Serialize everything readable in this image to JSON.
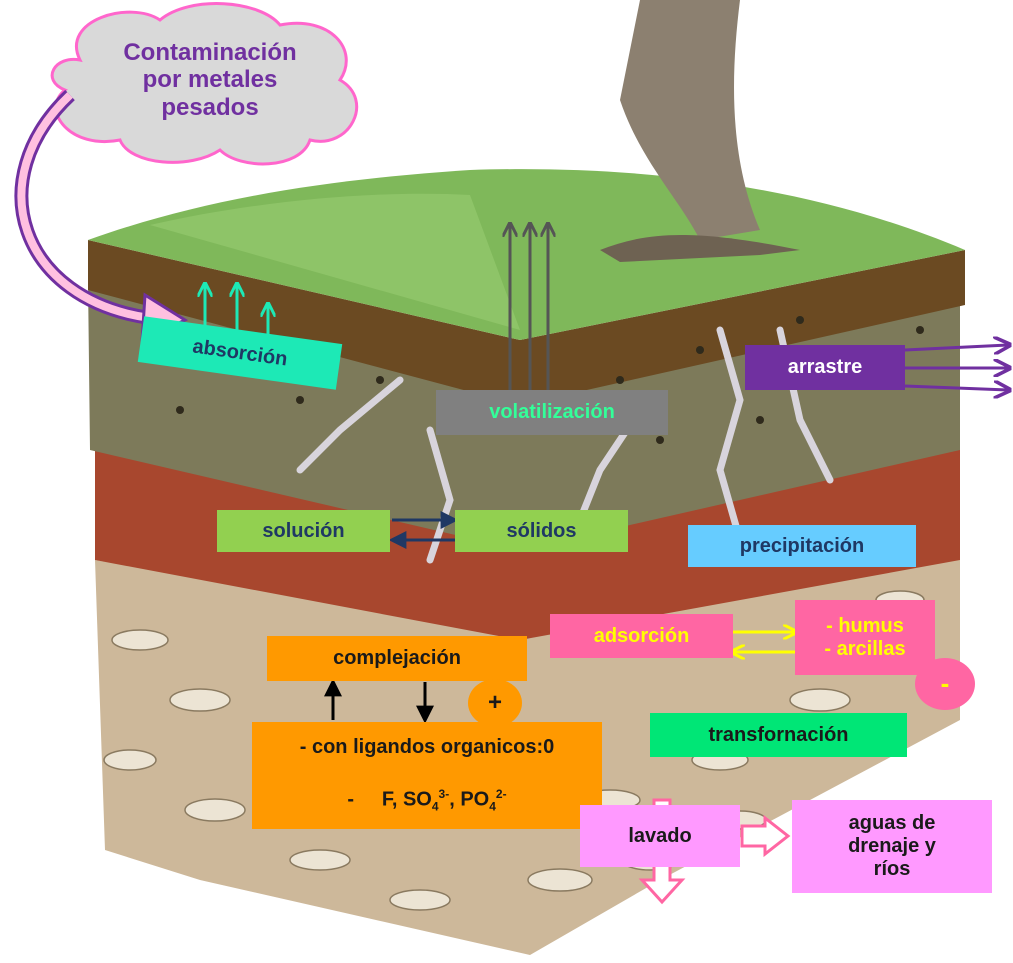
{
  "cloud_title": [
    "Contaminación",
    "por metales",
    "pesados"
  ],
  "labels": {
    "absorcion": "absorción",
    "volatilizacion": "volatilización",
    "arrastre": "arrastre",
    "solucion": "solución",
    "solidos": "sólidos",
    "precipitacion": "precipitación",
    "adsorcion": "adsorción",
    "humus": "- humus",
    "arcillas": "- arcillas",
    "complejacion": "complejación",
    "ligandos": "- con ligandos organicos:0",
    "transformacion": "transfornación",
    "lavado": "lavado",
    "aguas": [
      "aguas de",
      "drenaje y",
      "ríos"
    ],
    "plus": "+",
    "minus": "-"
  },
  "anions": {
    "prefix": "-     F, SO",
    "so4_sub": "4",
    "so4_sup": "3-",
    "mid": ", PO",
    "po4_sub": "4",
    "po4_sup": "2-"
  },
  "colors": {
    "cloud_fill": "#d9d9d9",
    "cloud_stroke": "#ff66cc",
    "cloud_text": "#7030a0",
    "absorcion_box": "#1de9b6",
    "volatilizacion_box": "#808080",
    "volatilizacion_text": "#33ff99",
    "arrastre_box": "#7030a0",
    "green_box": "#92d050",
    "blue_text": "#1f3864",
    "precipitacion_box": "#66ccff",
    "pink_box": "#ff66a3",
    "yellow_text": "#ffff00",
    "orange_box": "#ff9900",
    "transform_box": "#00e676",
    "lilac_box": "#ff99ff"
  }
}
